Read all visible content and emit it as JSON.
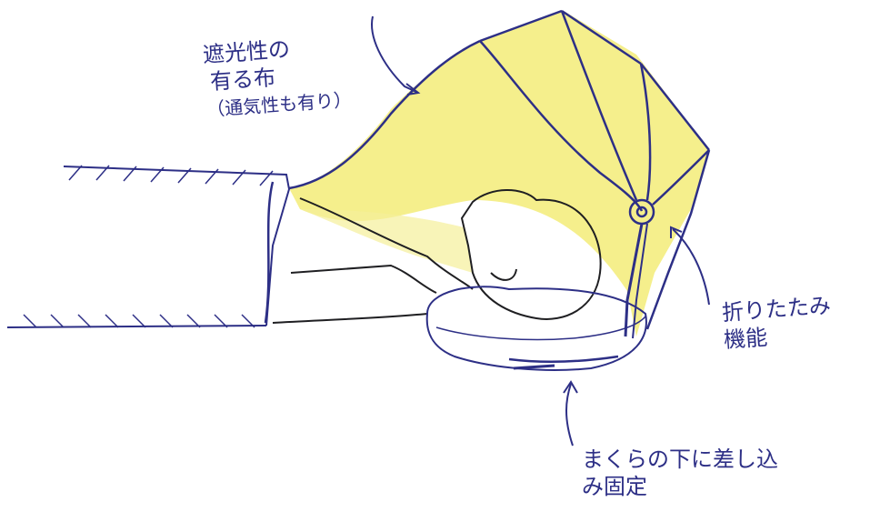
{
  "annotations": {
    "canopy_fabric": [
      "遮光性の",
      "有る布",
      "（通気性も有り）"
    ],
    "folding": [
      "折りたたみ",
      "機能"
    ],
    "pillow_fix": [
      "まくらの下に差し込",
      "み固定"
    ]
  },
  "colors": {
    "ink": "#2d2f86",
    "fabric_yellow": "#f3ec78",
    "pencil": "#1f1f22"
  }
}
